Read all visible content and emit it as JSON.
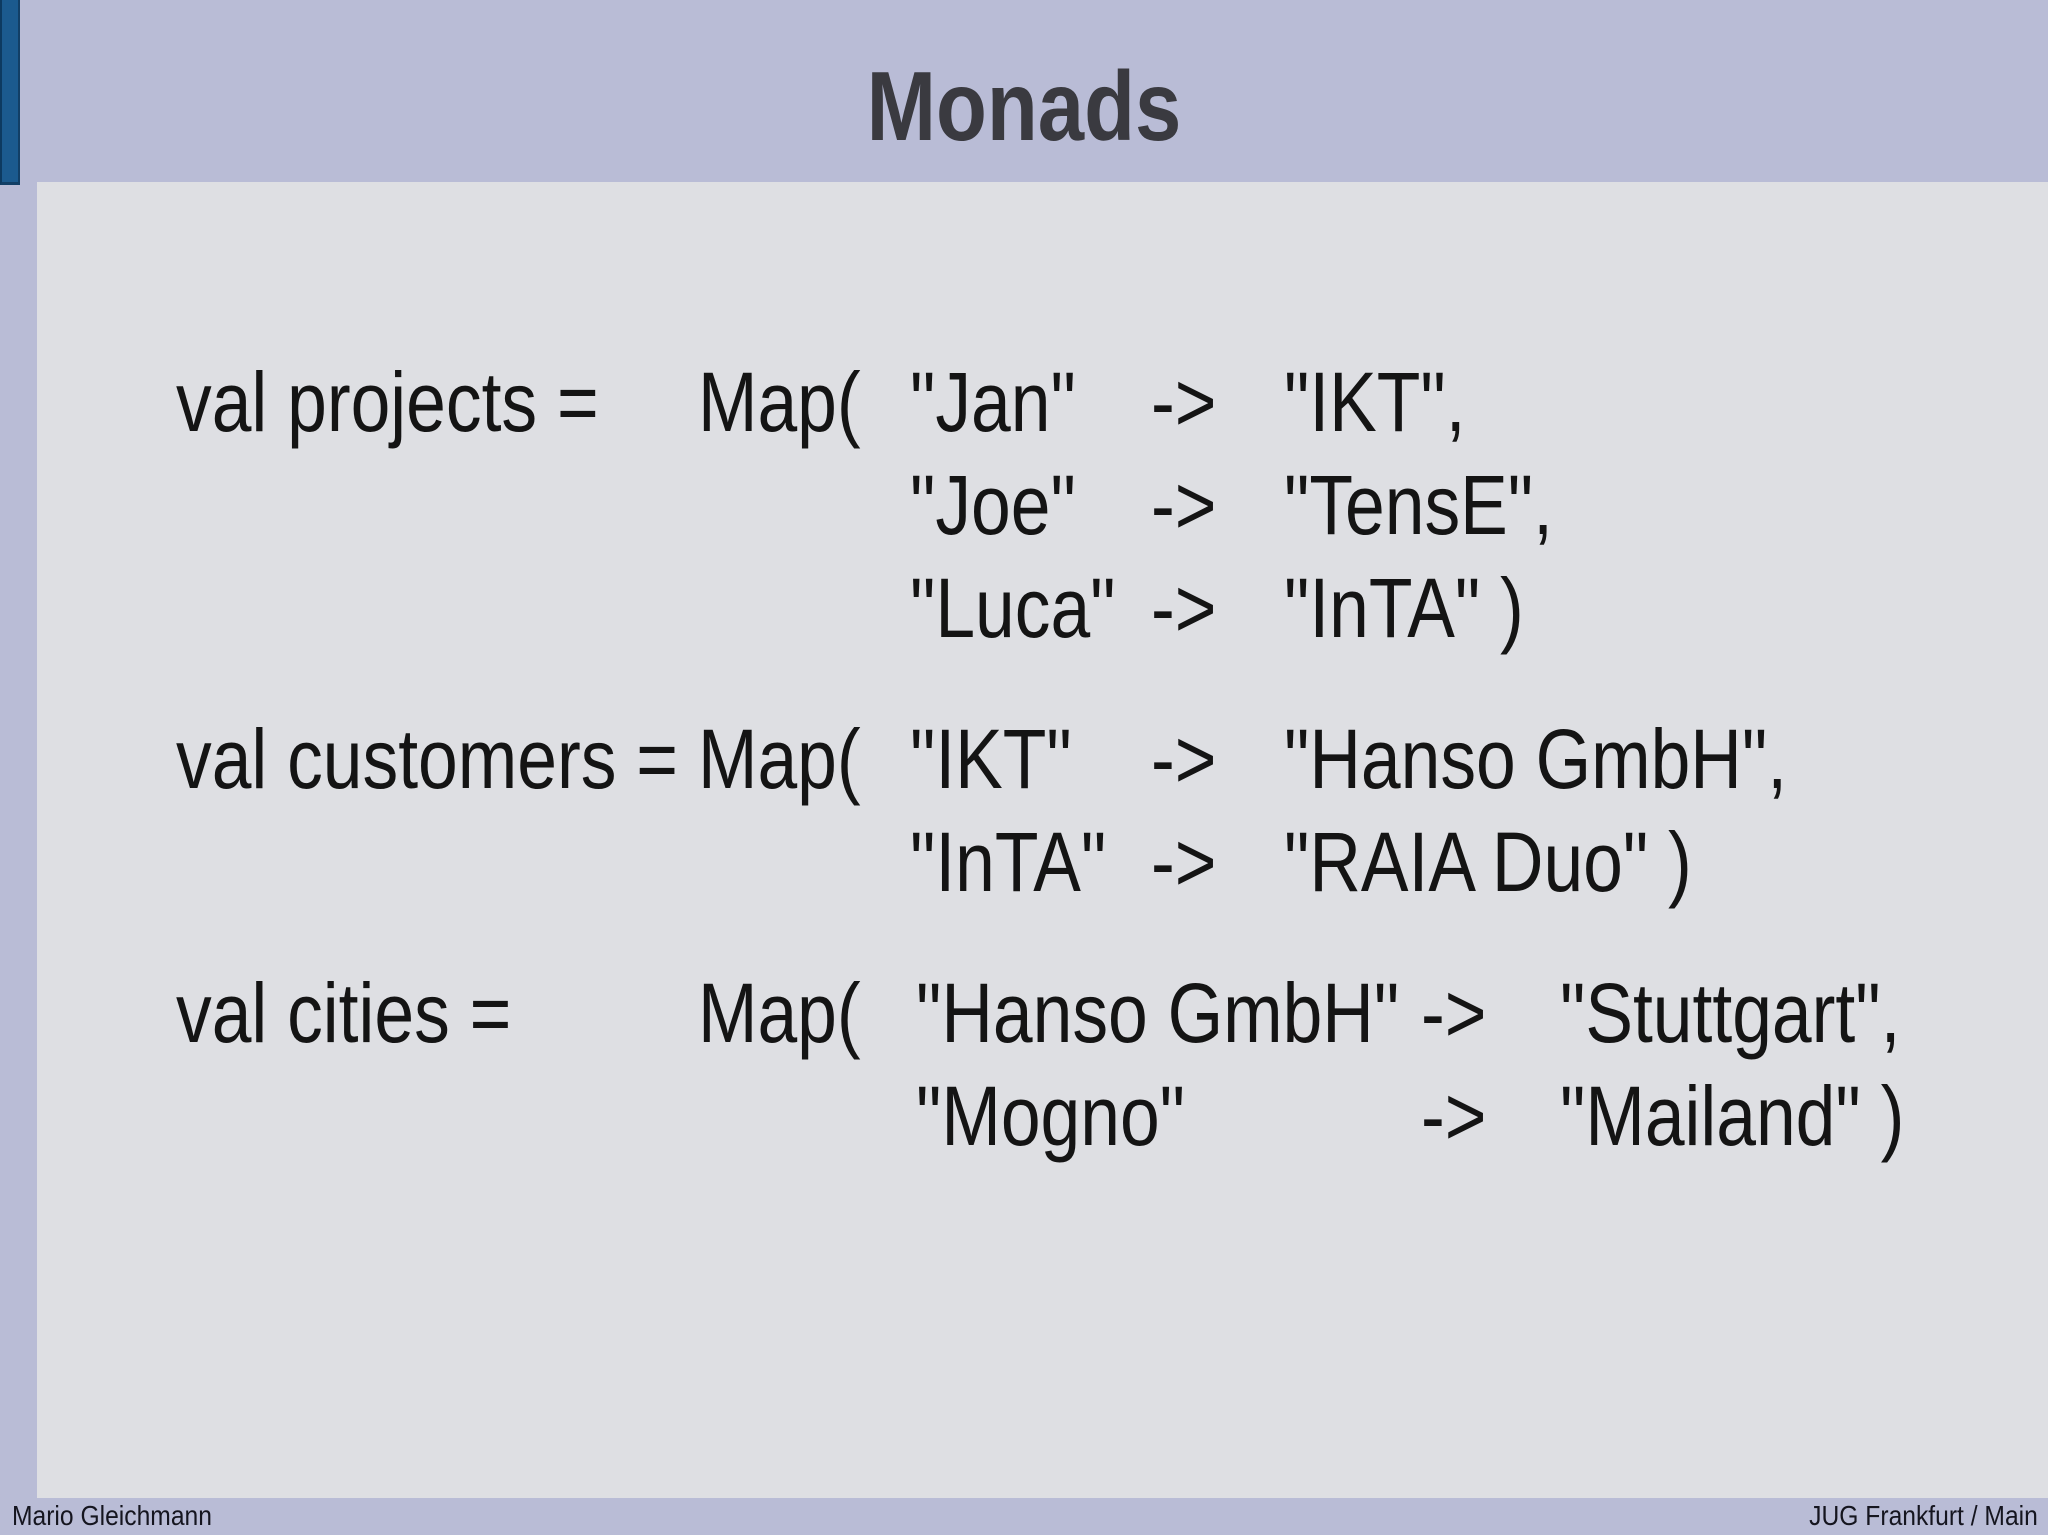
{
  "title": "Monads",
  "footer": {
    "author": "Mario Gleichmann",
    "event": "JUG Frankfurt / Main"
  },
  "colors": {
    "header_lavender": "#b9bcd6",
    "content_gray": "#dedfe3",
    "accent_blue": "#1b5a8e",
    "accent_blue_dark": "#123f66",
    "code_text": "#141414",
    "title_text": "#3a3a40"
  },
  "code": {
    "blocks": [
      {
        "label": "val projects =",
        "map_open": "Map(",
        "rows": [
          {
            "key": "\"Jan\"",
            "arrow": "->",
            "value": "\"IKT\","
          },
          {
            "key": "\"Joe\"",
            "arrow": "->",
            "value": "\"TensE\","
          },
          {
            "key": "\"Luca\"",
            "arrow": "->",
            "value": "\"InTA\" )"
          }
        ]
      },
      {
        "label": "val customers =",
        "map_open": "Map(",
        "rows": [
          {
            "key": "\"IKT\"",
            "arrow": "->",
            "value": "\"Hanso GmbH\","
          },
          {
            "key": "\"InTA\"",
            "arrow": "->",
            "value": "\"RAIA Duo\" )"
          }
        ]
      },
      {
        "label": "val cities =",
        "map_open": "Map(",
        "rows": [
          {
            "key": "\"Hanso GmbH\"",
            "arrow": "->",
            "value": "\"Stuttgart\","
          },
          {
            "key": "\"Mogno\"",
            "arrow": "->",
            "value": "\"Mailand\" )"
          }
        ]
      }
    ]
  }
}
